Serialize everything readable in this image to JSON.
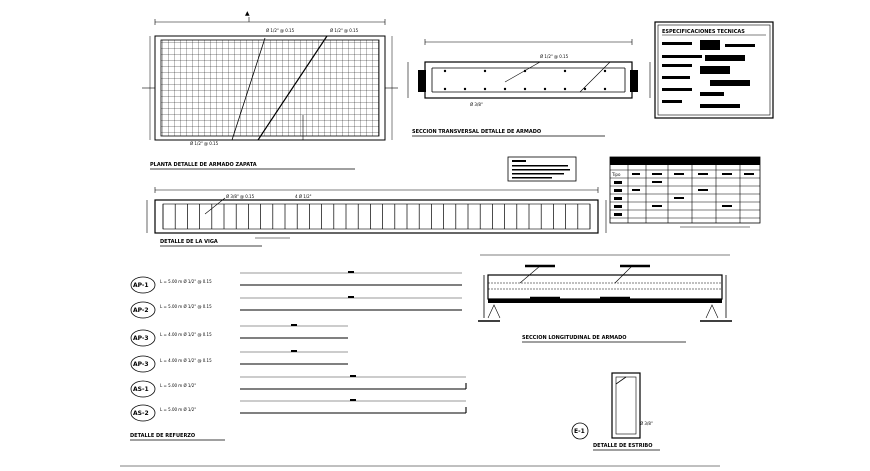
{
  "drawing": {
    "footing_plan": {
      "title": "PLANTA DETALLE DE ARMADO ZAPATA",
      "note_a": "Ø 1/2\" @ 0.15",
      "note_b": "Ø 1/2\" @ 0.15",
      "note_c": "Ø 1/2\" @ 0.15"
    },
    "footing_section": {
      "title": "SECCION TRANSVERSAL DETALLE DE ARMADO",
      "label_1": "Ø 1/2\" @ 0.15",
      "label_2": "Ø 3/8\""
    },
    "beam_detail": {
      "title": "DETALLE DE LA VIGA",
      "label_1": "Ø 3/8\" @ 0.15",
      "label_2": "4 Ø 1/2\""
    },
    "bars": [
      {
        "tag": "AP-1",
        "spec": "L = 5.00 m   Ø 1/2\" @ 0.15"
      },
      {
        "tag": "AP-2",
        "spec": "L = 5.00 m   Ø 1/2\" @ 0.15"
      },
      {
        "tag": "AP-3",
        "spec": "L = 4.00 m   Ø 1/2\" @ 0.15"
      },
      {
        "tag": "AP-3",
        "spec": "L = 4.00 m   Ø 1/2\" @ 0.15"
      },
      {
        "tag": "AS-1",
        "spec": "L = 5.00 m   Ø 1/2\""
      },
      {
        "tag": "AS-2",
        "spec": "L = 5.00 m   Ø 1/2\""
      }
    ],
    "bars_title": "DETALLE DE REFUERZO",
    "longitudinal_title": "SECCION LONGITUDINAL DE ARMADO",
    "stirrup": {
      "tag": "E-1",
      "title": "DETALLE DE ESTRIBO",
      "note": "Ø 3/8\""
    },
    "specs_box": {
      "title": "ESPECIFICACIONES TECNICAS"
    },
    "table": {
      "first_col": "Tipo"
    }
  }
}
